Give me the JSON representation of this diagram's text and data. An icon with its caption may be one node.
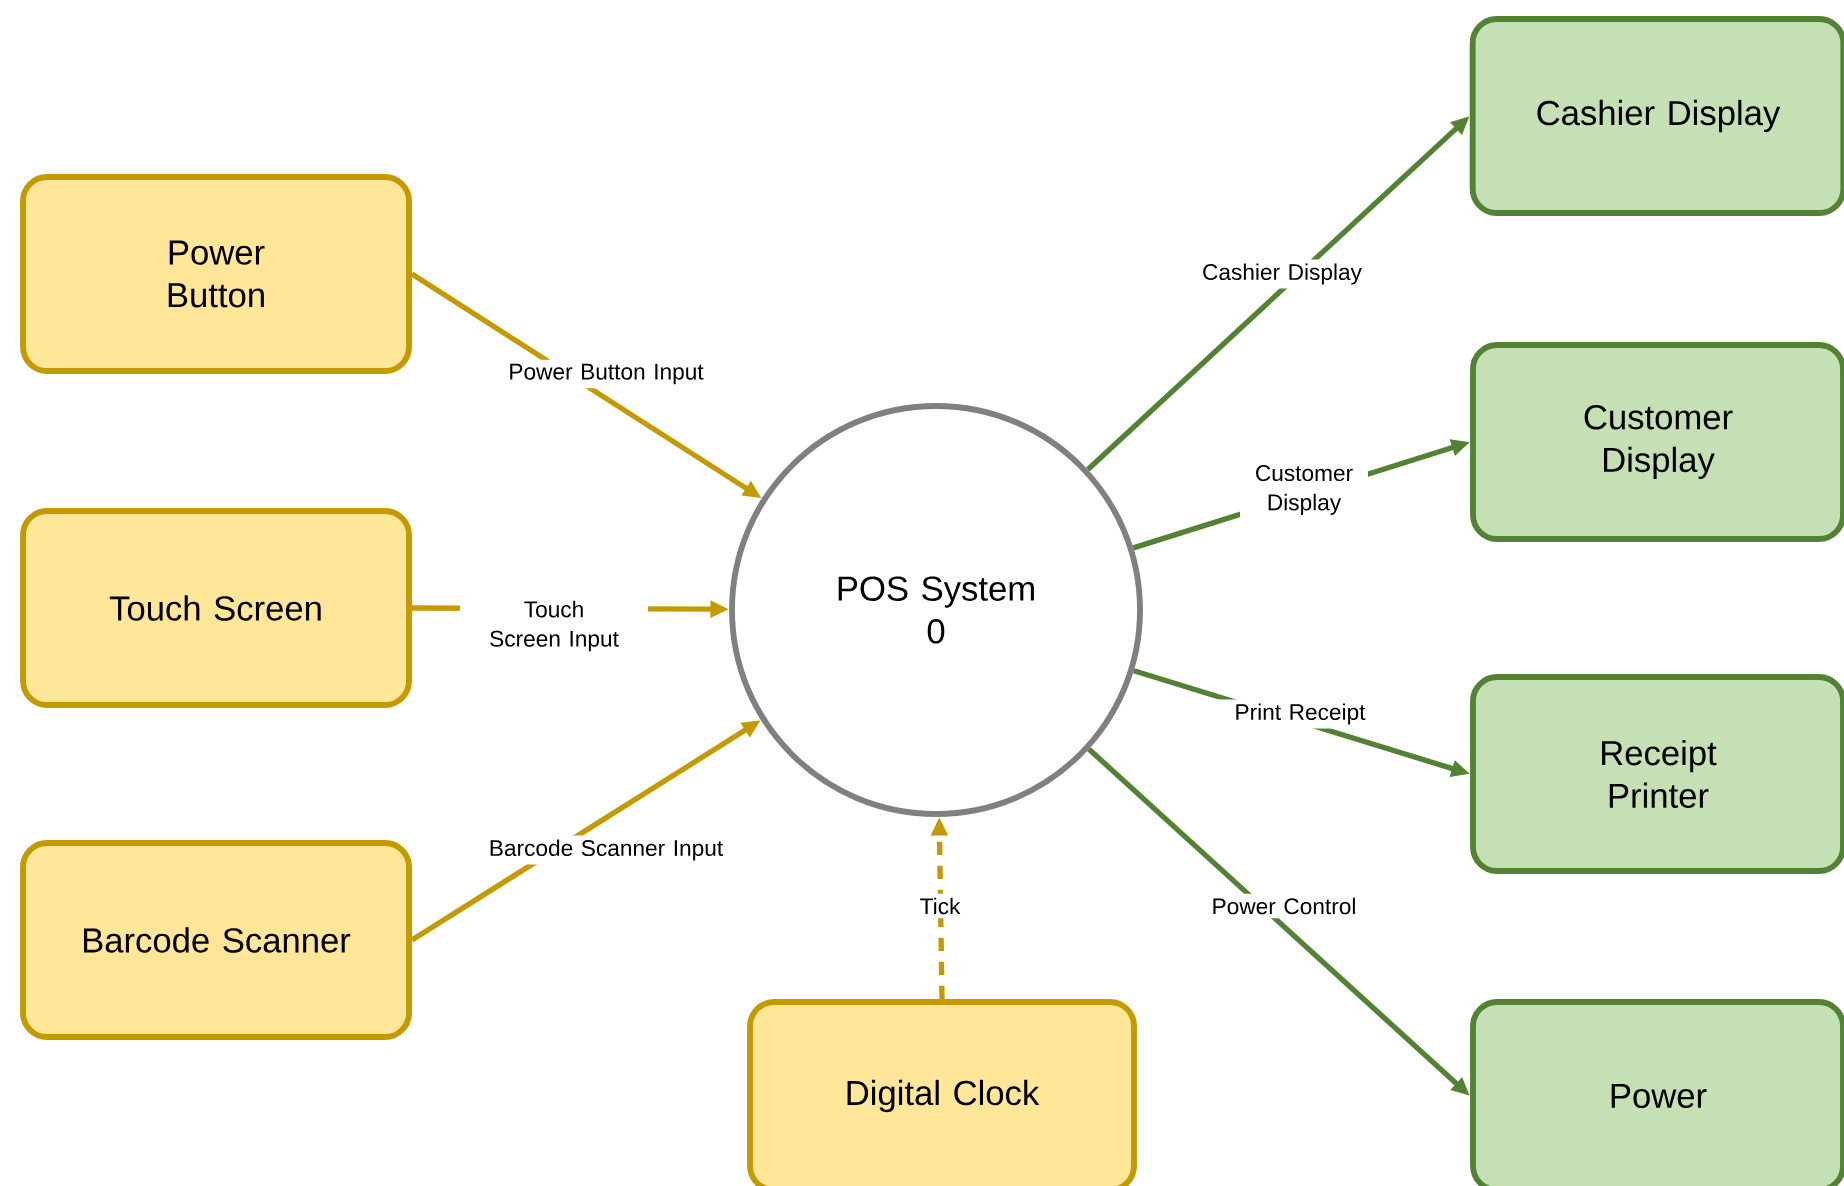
{
  "diagram": {
    "nodes": [
      {
        "text": [
          "Power Button"
        ]
      },
      {
        "text": [
          "Touch Screen"
        ]
      },
      {
        "text": [
          "Barcode Scanner"
        ]
      },
      {
        "text": [
          "POS System",
          "0"
        ]
      },
      {
        "text": [
          "Digital Clock"
        ]
      },
      {
        "text": [
          "Cashier Display"
        ]
      },
      {
        "text": [
          "Customer Display"
        ]
      },
      {
        "text": [
          "Receipt Printer"
        ]
      },
      {
        "text": [
          "Power"
        ]
      }
    ],
    "edges": [
      {
        "from": 0,
        "to": 3,
        "arrow": "to",
        "label": "Power Button Input",
        "color": "#c49a00"
      },
      {
        "from": 1,
        "to": 3,
        "arrow": "to",
        "label": "Touch Screen Input",
        "color": "#c49a00"
      },
      {
        "from": 2,
        "to": 3,
        "arrow": "to",
        "label": "Barcode Scanner Input",
        "color": "#c49a00"
      },
      {
        "from": 4,
        "to": 3,
        "arrow": "to",
        "label": "Tick",
        "style": "dashed",
        "color": "#c49a00"
      },
      {
        "from": 3,
        "to": 5,
        "arrow": "to",
        "label": "Cashier Display",
        "color": "#548235"
      },
      {
        "from": 3,
        "to": 6,
        "arrow": "to",
        "label": "Customer Display",
        "color": "#548235"
      },
      {
        "from": 3,
        "to": 7,
        "arrow": "to",
        "label": "Print Receipt",
        "color": "#548235"
      },
      {
        "from": 3,
        "to": 8,
        "arrow": "to",
        "label": "Power Control",
        "color": "#548235"
      }
    ]
  }
}
